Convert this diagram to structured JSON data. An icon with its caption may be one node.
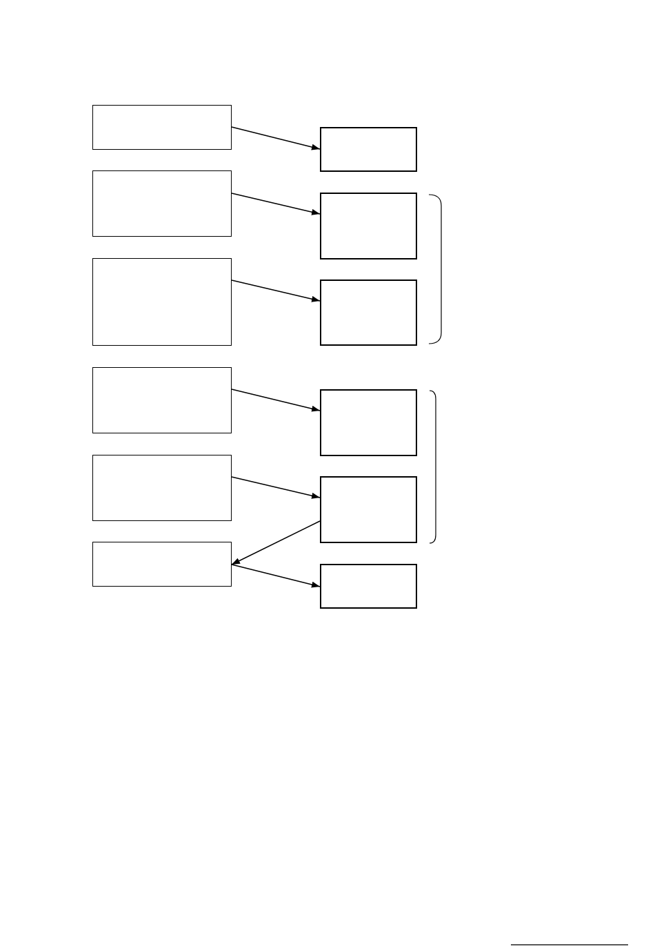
{
  "diagram": {
    "nodes": [
      {
        "text": [],
        "shape": "box"
      },
      {
        "text": [],
        "shape": "box"
      },
      {
        "text": [],
        "shape": "box"
      },
      {
        "text": [],
        "shape": "box"
      },
      {
        "text": [],
        "shape": "box"
      },
      {
        "text": [],
        "shape": "box"
      },
      {
        "text": [],
        "shape": "box"
      },
      {
        "text": [],
        "shape": "box"
      },
      {
        "text": [],
        "shape": "box"
      },
      {
        "text": [],
        "shape": "box"
      },
      {
        "text": [],
        "shape": "box"
      },
      {
        "text": [],
        "shape": "box"
      }
    ],
    "edges": [
      {
        "from": 0,
        "to": 1,
        "arrow": "to"
      },
      {
        "from": 2,
        "to": 3,
        "arrow": "to"
      },
      {
        "from": 4,
        "to": 5,
        "arrow": "to"
      },
      {
        "from": 6,
        "to": 7,
        "arrow": "to"
      },
      {
        "from": 8,
        "to": 9,
        "arrow": "to"
      },
      {
        "from": 9,
        "to": 10,
        "arrow": "to"
      },
      {
        "from": 10,
        "to": 11,
        "arrow": "to"
      }
    ]
  }
}
